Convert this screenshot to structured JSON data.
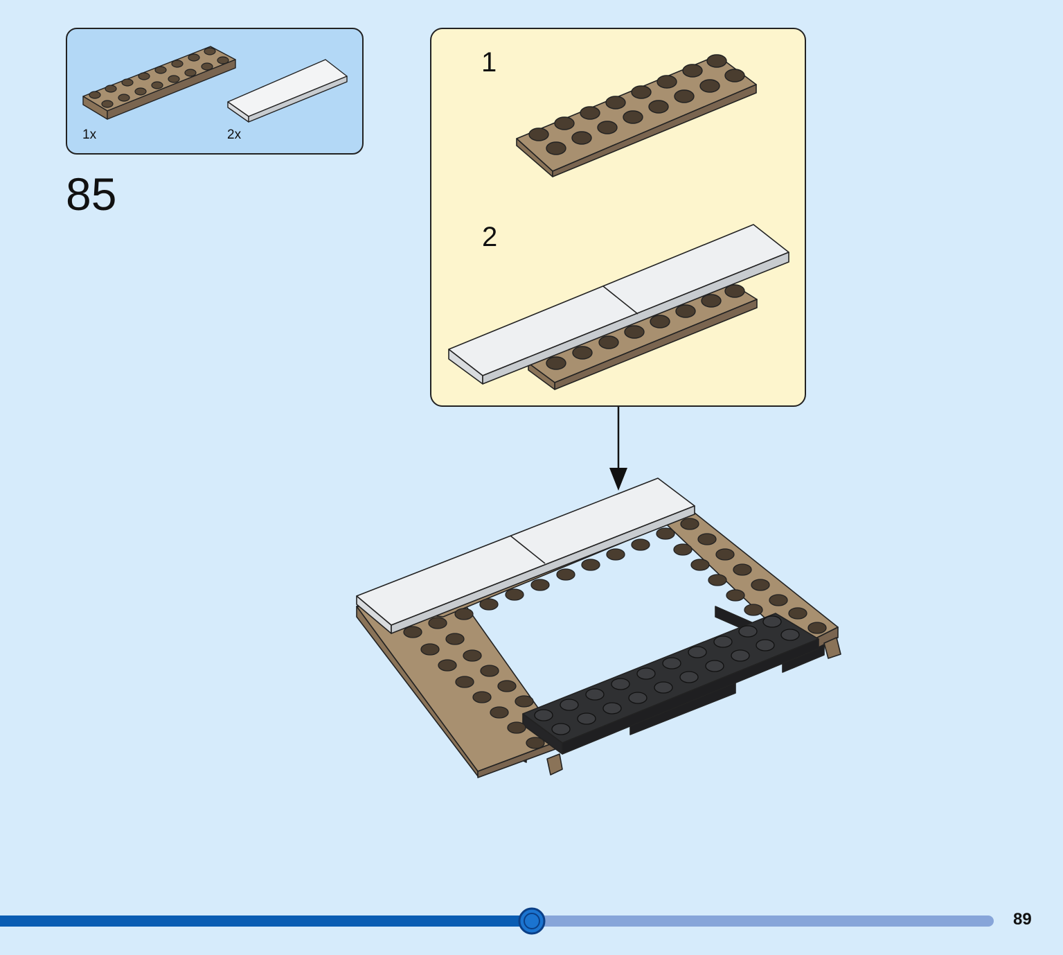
{
  "step": {
    "number": "85"
  },
  "parts_list": [
    {
      "quantity": "1x",
      "part": "plate-2x8",
      "color": "#9c8466"
    },
    {
      "quantity": "2x",
      "part": "tile-2x6",
      "color": "#f3f4f5"
    }
  ],
  "sub_assembly": {
    "steps": [
      {
        "number": "1"
      },
      {
        "number": "2"
      }
    ],
    "background": "#fdf5cd"
  },
  "page": {
    "number": "89",
    "progress": 0.535,
    "background": "#d6ebfb",
    "progress_color": "#0a5db3",
    "progress_track_color": "#87a5d9"
  },
  "colors": {
    "dark_tan": "#9c8466",
    "stud_dark": "#4a3d2f",
    "black_brick": "#2f3032",
    "white_tile": "#f3f4f5"
  }
}
